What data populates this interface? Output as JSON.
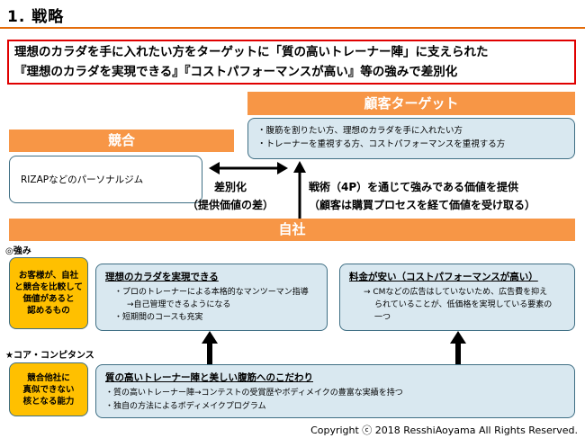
{
  "title": "1. 戦略",
  "headline": {
    "line1": "理想のカラダを手に入れたい方をターゲットに「質の高いトレーナー陣」に支えられた",
    "line2": "『理想のカラダを実現できる』『コストパフォーマンスが高い』等の強みで差別化"
  },
  "target": {
    "header": "顧客ターゲット",
    "items": [
      "・腹筋を割りたい方、理想のカラダを手に入れたい方",
      "・トレーナーを重視する方、コストパフォーマンスを重視する方"
    ]
  },
  "competition": {
    "header": "競合",
    "body": "RIZAPなどのパーソナルジム"
  },
  "differentiation": {
    "line1": "差別化",
    "line2": "（提供価値の差）"
  },
  "tactics": {
    "line1": "戦術（4P）を通じて強みである価値を提供",
    "line2": "（顧客は購買プロセスを経て価値を受け取る）"
  },
  "company": {
    "header": "自社"
  },
  "strengths": {
    "label": "◎強み",
    "note": [
      "お客様が、自社",
      "と競合を比較して",
      "価値があると",
      "認めるもの"
    ],
    "box1": {
      "title": "理想のカラダを実現できる",
      "items": [
        "・プロのトレーナーによる本格的なマンツーマン指導",
        "→自己管理できるようになる",
        "・短期間のコースも充実"
      ]
    },
    "box2": {
      "title": "料金が安い（コストパフォーマンスが高い）",
      "items": [
        "→ CMなどの広告はしていないため、広告費を抑え",
        "られていることが、低価格を実現している要素の",
        "一つ"
      ]
    }
  },
  "core": {
    "label": "★コア・コンピタンス",
    "note": [
      "競合他社に",
      "真似できない",
      "核となる能力"
    ],
    "title": "質の高いトレーナー陣と美しい腹筋へのこだわり",
    "items": [
      "・質の高いトレーナー陣→コンテストの受賞歴やボディメイクの豊富な実績を持つ",
      "・独自の方法によるボディメイクプログラム"
    ]
  },
  "copyright": "Copyright ⓒ 2018 ResshiAoyama All Rights Reserved.",
  "colors": {
    "orange": "#f79646",
    "accent_rule": "#e46c0a",
    "red_border": "#e00000",
    "blue_fill": "#d9e8f0",
    "box_border": "#3f6f84",
    "yellow": "#ffc000"
  }
}
